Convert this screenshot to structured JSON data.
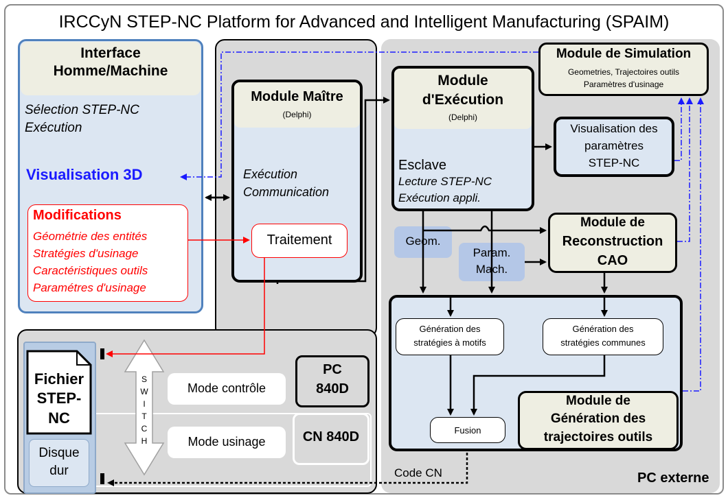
{
  "title": "IRCCyN STEP-NC Platform for Advanced and Intelligent Manufacturing (SPAIM)",
  "ihm": {
    "title1": "Interface",
    "title2": "Homme/Machine",
    "sel1": "Sélection STEP-NC",
    "sel2": "Exécution",
    "vis3d": "Visualisation 3D",
    "mod_title": "Modifications",
    "mod_items": [
      "Géométrie des entités",
      "Stratégies d'usinage",
      "Caractéristiques outils",
      "Paramétres d'usinage"
    ]
  },
  "maitre": {
    "title": "Module Maître",
    "sub": "(Delphi)",
    "l1": "Exécution",
    "l2": "Communication",
    "traitement": "Traitement"
  },
  "exec": {
    "title1": "Module",
    "title2": "d'Exécution",
    "sub": "(Delphi)",
    "l1": "Esclave",
    "l2": "Lecture STEP-NC",
    "l3": "Exécution appli."
  },
  "simul": {
    "title": "Module de Simulation",
    "l1": "Geometries, Trajectoires outils",
    "l2": "Paramètres d'usinage"
  },
  "visu": {
    "l1": "Visualisation des",
    "l2": "paramètres",
    "l3": "STEP-NC"
  },
  "recon": {
    "l1": "Module de",
    "l2": "Reconstruction",
    "l3": "CAO"
  },
  "geom": "Geom.",
  "param": {
    "l1": "Param.",
    "l2": "Mach."
  },
  "gen": {
    "motifs1": "Génération des",
    "motifs2": "stratégies à motifs",
    "communes1": "Génération des",
    "communes2": "stratégies communes",
    "fusion": "Fusion",
    "title1": "Module de",
    "title2": "Génération des",
    "title3": "trajectoires outils"
  },
  "fichier": {
    "l1": "Fichier",
    "l2": "STEP-",
    "l3": "NC"
  },
  "disque": {
    "l1": "Disque",
    "l2": "dur"
  },
  "switch": [
    "S",
    "W",
    "I",
    "T",
    "C",
    "H"
  ],
  "mode_controle": "Mode contrôle",
  "mode_usinage": "Mode usinage",
  "pc840": {
    "l1": "PC",
    "l2": "840D"
  },
  "cn840": "CN 840D",
  "code_cn": "Code  CN",
  "pc_externe": "PC externe",
  "colors": {
    "blue": "#1a1aff",
    "red": "#ff0000",
    "grey_bg": "#d9d9d9",
    "ihm_bg": "#dce6f2",
    "beige": "#eeeee2",
    "geom_bg": "#b4c7e7"
  }
}
